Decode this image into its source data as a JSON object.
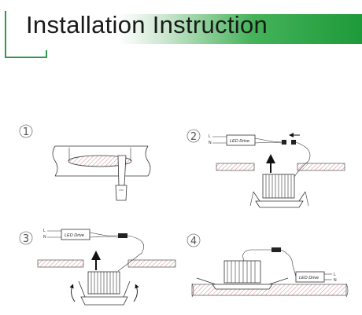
{
  "header": {
    "title": "Installation Instruction",
    "accent_color": "#1e9a3a"
  },
  "steps": [
    {
      "number": "1"
    },
    {
      "number": "2",
      "driver_label": "LED Drive",
      "wire_labels": [
        "L",
        "N"
      ]
    },
    {
      "number": "3",
      "driver_label": "LED Drive",
      "wire_labels": [
        "L",
        "N"
      ]
    },
    {
      "number": "4",
      "driver_label": "LED Drive",
      "wire_labels": [
        "L",
        "N"
      ]
    }
  ]
}
